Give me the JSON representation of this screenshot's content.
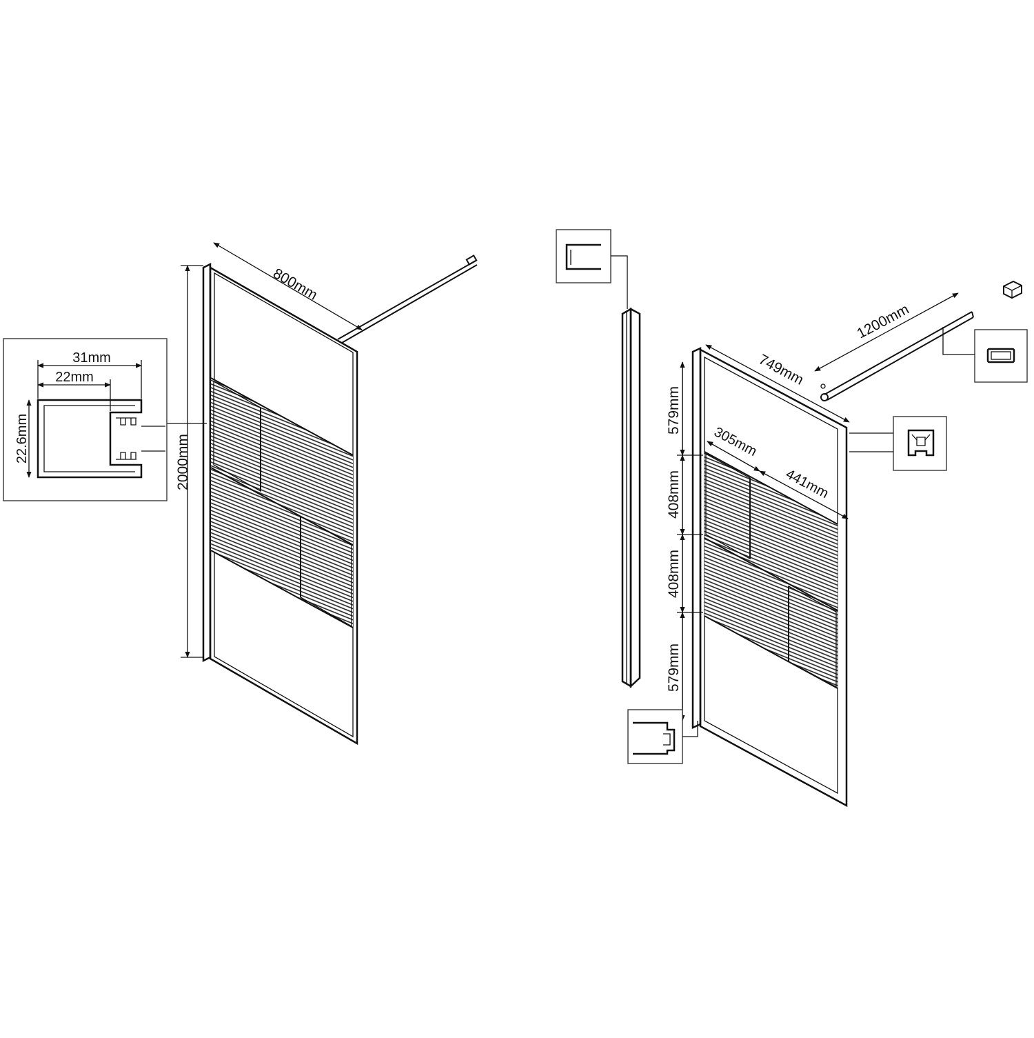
{
  "colors": {
    "line": "#111111",
    "background": "#ffffff",
    "box": "#444444"
  },
  "left_panel": {
    "width_label": "800mm",
    "height_label": "2000mm",
    "profile": {
      "outer_width_label": "31mm",
      "inner_width_label": "22mm",
      "depth_label": "22.6mm"
    }
  },
  "right_panel": {
    "width_label": "749mm",
    "bar_label": "1200mm",
    "segment_labels": [
      "579mm",
      "408mm",
      "408mm",
      "579mm"
    ],
    "lower_left_label": "305mm",
    "lower_right_label": "441mm"
  }
}
